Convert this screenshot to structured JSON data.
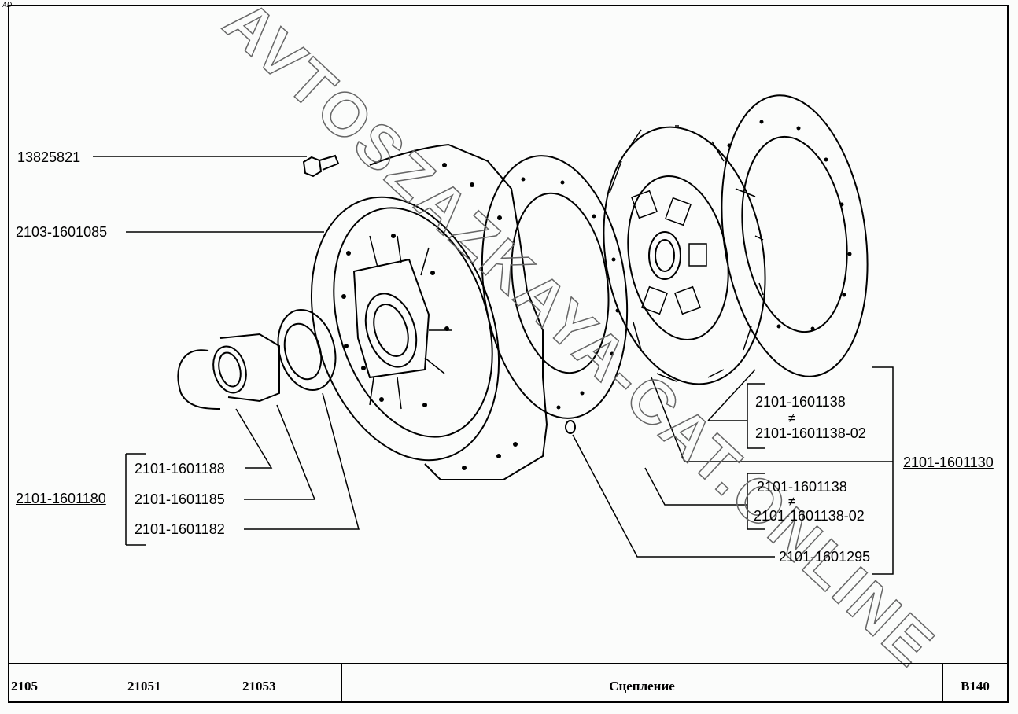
{
  "corner_mark": "AD",
  "watermark": "AVTOSZAZKAYA-CAT.ONLINE",
  "callouts": {
    "bolt": "13825821",
    "pressure_plate": "2103-1601085",
    "release_bearing_assembly": "2101-1601180",
    "bearing_spring": "2101-1601188",
    "bearing_sleeve": "2101-1601185",
    "bearing": "2101-1601182",
    "disc_assembly": "2101-1601130",
    "lining_top_a": "2101-1601138",
    "lining_top_b": "2101-1601138-02",
    "lining_bottom_a": "2101-1601138",
    "lining_bottom_b": "2101-1601138-02",
    "rivet": "2101-1601295",
    "not_equal": "≠"
  },
  "footer": {
    "models": [
      "2105",
      "21051",
      "21053"
    ],
    "title": "Сцепление",
    "code": "B140"
  }
}
